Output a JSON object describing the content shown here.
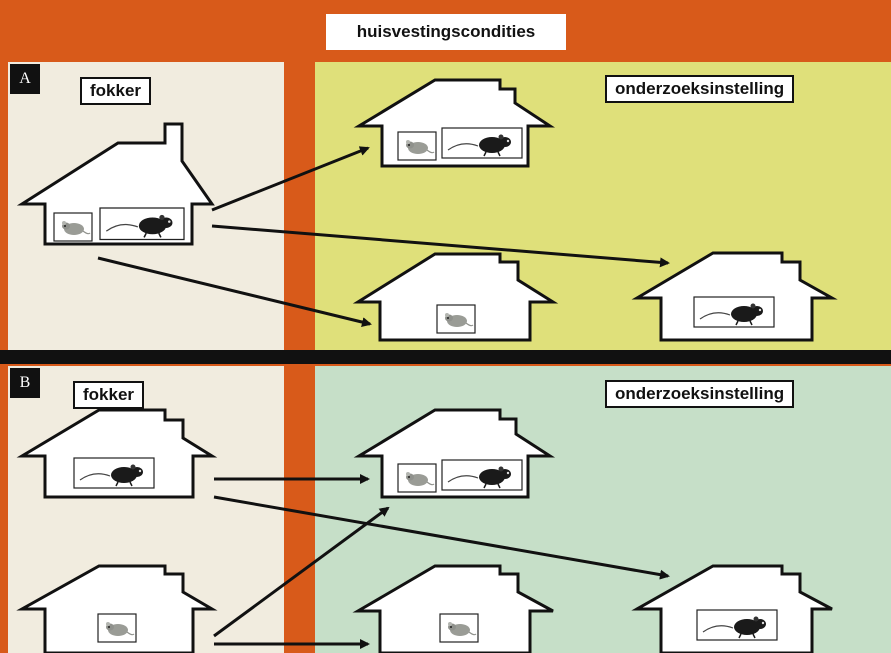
{
  "title": "huisvestingscondities",
  "panels": [
    {
      "letter": "A",
      "left_label": "fokker",
      "right_label": "onderzoeksinstelling"
    },
    {
      "letter": "B",
      "left_label": "fokker",
      "right_label": "onderzoeksinstelling"
    }
  ],
  "colors": {
    "frame": "#d85a1a",
    "fokker_background": "#f1ecdf",
    "institution_background_a": "#dfe07a",
    "institution_background_b": "#c6dfc8",
    "divider": "#111111"
  },
  "icons": {
    "house": "house-icon",
    "white_mouse": "white-mouse-icon",
    "black_mouse": "black-mouse-icon",
    "arrow": "arrow-icon"
  }
}
